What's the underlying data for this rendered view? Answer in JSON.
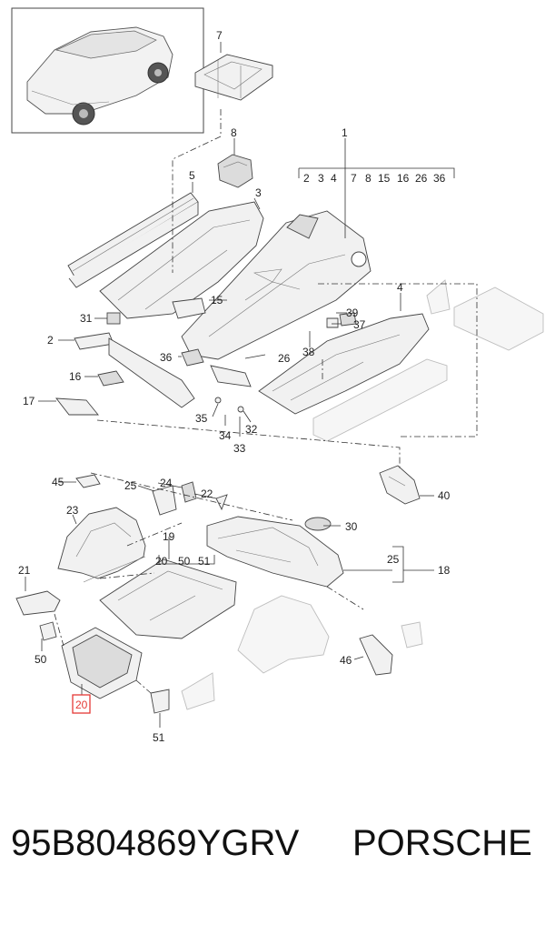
{
  "callouts": {
    "c1": "1",
    "c2": "2",
    "c3": "3",
    "c4": "4",
    "c5": "5",
    "c7": "7",
    "c8": "8",
    "c15": "15",
    "c16": "16",
    "c17": "17",
    "c18": "18",
    "c19": "19",
    "c20": "20",
    "c20_highlight": "20",
    "c21": "21",
    "c22": "22",
    "c23": "23",
    "c24": "24",
    "c25a": "25",
    "c25b": "25",
    "c26": "26",
    "c30": "30",
    "c31": "31",
    "c32": "32",
    "c33": "33",
    "c34": "34",
    "c35": "35",
    "c36": "36",
    "c37": "37",
    "c38": "38",
    "c39": "39",
    "c40": "40",
    "c45": "45",
    "c46": "46",
    "c50": "50",
    "c51": "51"
  },
  "group1_items": [
    "2",
    "3",
    "4",
    "7",
    "8",
    "15",
    "16",
    "26",
    "36"
  ],
  "group19_items": [
    "20",
    "50",
    "51"
  ],
  "footer": {
    "part_number": "95B804869YGRV",
    "brand": "PORSCHE"
  },
  "colors": {
    "highlight": "#e53935",
    "line": "#333333"
  }
}
